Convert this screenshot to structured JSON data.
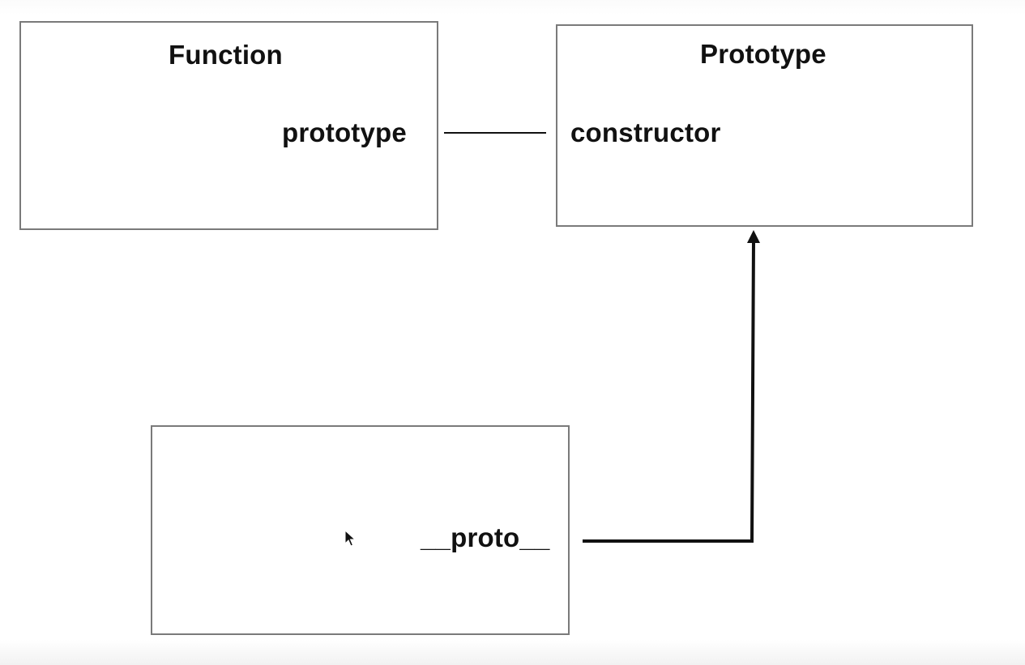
{
  "diagram": {
    "boxes": {
      "function": {
        "title": "Function",
        "property": "prototype"
      },
      "prototype": {
        "title": "Prototype",
        "property": "constructor"
      },
      "instance": {
        "title": "",
        "property": "__proto__"
      }
    },
    "connectors": [
      {
        "from": "function.prototype",
        "to": "prototype.constructor",
        "style": "line"
      },
      {
        "from": "instance.__proto__",
        "to": "prototype",
        "style": "arrow"
      }
    ],
    "colors": {
      "box_border": "#7a7a7a",
      "text": "#111111",
      "connector": "#111111",
      "background": "#ffffff"
    },
    "cursor": {
      "icon": "mouse-pointer-icon"
    }
  }
}
